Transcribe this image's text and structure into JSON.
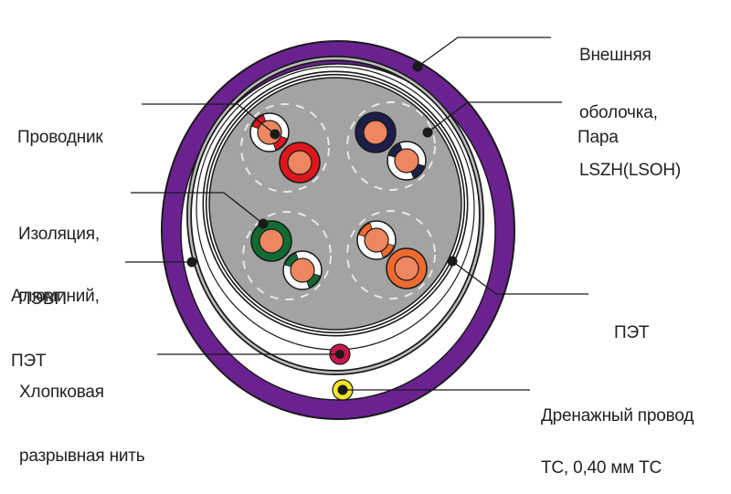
{
  "title": "Cable cross-section",
  "labels": {
    "outer_sheath": [
      "Внешняя",
      "оболочка,",
      "LSZH(LSOH)"
    ],
    "conductor": [
      "Проводник"
    ],
    "pair": [
      "Пара"
    ],
    "insulation": [
      "Изоляция,",
      "ПЭВП"
    ],
    "aluminium": [
      "Алюминий,",
      "ПЭТ"
    ],
    "pet": [
      "ПЭТ"
    ],
    "ripcord": [
      "Хлопковая",
      "разрывная нить"
    ],
    "drain_wire": [
      "Дренажный провод",
      "ТС, 0,40 мм ТС"
    ]
  },
  "colors": {
    "sheath": "#6a2290",
    "core": "#a3a3a3",
    "copper": "#ee8660",
    "pair_1": "#e0161e",
    "pair_2": "#1e1e4a",
    "pair_3": "#116b32",
    "pair_4": "#ee6a30",
    "ripcord": "#c8174e",
    "drain": "#f4e628",
    "line": "#1a1a1a"
  },
  "pairs": [
    {
      "name": "red-pair",
      "color_key": "pair_1"
    },
    {
      "name": "blue-pair",
      "color_key": "pair_2"
    },
    {
      "name": "green-pair",
      "color_key": "pair_3"
    },
    {
      "name": "orange-pair",
      "color_key": "pair_4"
    }
  ]
}
